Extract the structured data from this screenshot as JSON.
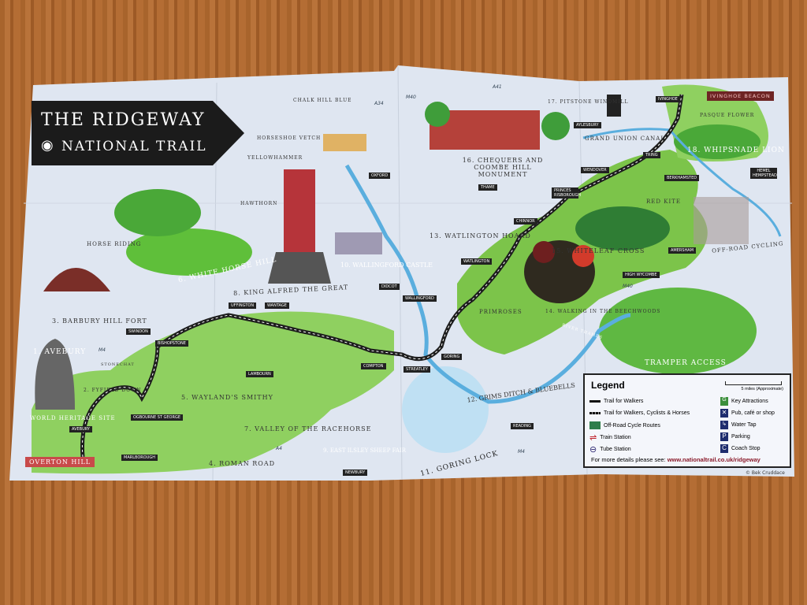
{
  "title": {
    "line1": "THE RIDGEWAY",
    "line2": "NATIONAL TRAIL"
  },
  "attractions": [
    "1. AVEBURY",
    "2. FYFIELD DOWN",
    "3. BARBURY HILL FORT",
    "4. ROMAN ROAD",
    "5. WAYLAND'S SMITHY",
    "6. WHITE HORSE HILL",
    "7. VALLEY OF THE RACEHORSE",
    "8. KING ALFRED THE GREAT",
    "9. EAST ILSLEY SHEEP FAIR",
    "10. WALLINGFORD CASTLE",
    "11. GORING LOCK",
    "12. GRIMS DITCH & BLUEBELLS",
    "13. WATLINGTON HOARD",
    "14. WALKING IN THE BEECHWOODS",
    "15. WHITELEAF CROSS",
    "16. CHEQUERS AND COOMBE HILL MONUMENT",
    "17. PITSTONE WINDMILL",
    "18. WHIPSNADE LION"
  ],
  "features": [
    "CHALK HILL BLUE",
    "HORSESHOE VETCH",
    "YELLOWHAMMER",
    "HAWTHORN",
    "HORSE RIDING",
    "STONECHAT",
    "WORLD HERITAGE SITE",
    "PRIMROSES",
    "RED KITE",
    "PASQUE FLOWER",
    "GRAND UNION CANAL",
    "OFF-ROAD CYCLING",
    "TRAMPER ACCESS",
    "RIVER THAMES"
  ],
  "endpoints": {
    "start": "OVERTON HILL",
    "end": "IVINGHOE BEACON"
  },
  "towns": [
    "OXFORD",
    "SWINDON",
    "DIDCOT",
    "WALLINGFORD",
    "WANTAGE",
    "UFFINGTON",
    "BISHOPSTONE",
    "LAMBOURN",
    "COMPTON",
    "NEWBURY",
    "STREATLEY",
    "GORING",
    "READING",
    "AVEBURY",
    "MARLBOROUGH",
    "OGBOURNE ST GEORGE",
    "WATLINGTON",
    "CHINNOR",
    "THAME",
    "PRINCES RISBOROUGH",
    "WENDOVER",
    "HIGH WYCOMBE",
    "AMERSHAM",
    "BERKHAMSTED",
    "TRING",
    "AYLESBURY",
    "IVINGHOE",
    "HEMEL HEMPSTEAD"
  ],
  "roads": [
    "M40",
    "M4",
    "A4",
    "A34",
    "A41",
    "M40",
    "M4"
  ],
  "legend": {
    "title": "Legend",
    "scale": "5 miles (Approximate)",
    "items": [
      "Trail for Walkers",
      "Trail for Walkers, Cyclists & Horses",
      "Off-Road Cycle Routes",
      "Train Station",
      "Tube Station",
      "Key Attractions",
      "Pub, café or shop",
      "Water Tap",
      "Parking",
      "Coach Stop"
    ],
    "more": "For more details please see: ",
    "url": "www.nationaltrail.co.uk/ridgeway"
  },
  "credit": "© Bek Cruddace",
  "colors": {
    "paper": "#dfe6f1",
    "green": "#7cc44a",
    "darkgreen": "#3e8d34",
    "river": "#5aaede",
    "trail": "#1d1d1d",
    "title_bg": "#1b1b1b"
  }
}
